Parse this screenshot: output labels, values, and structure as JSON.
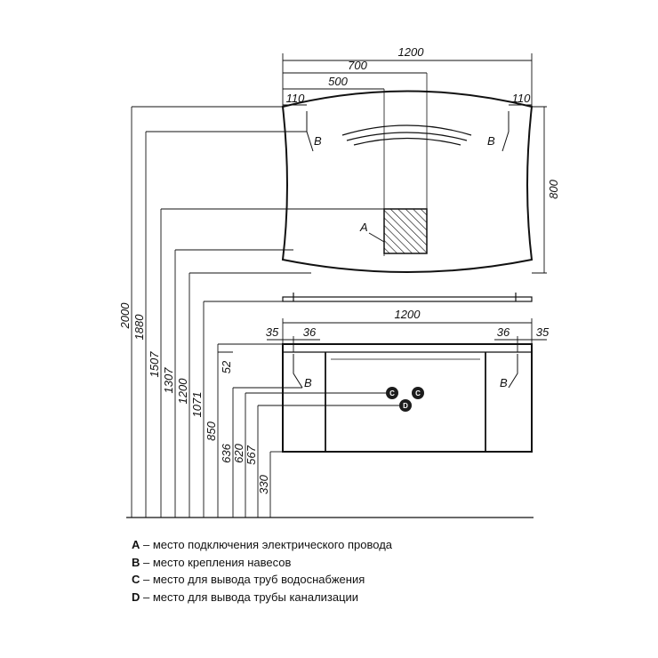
{
  "mirror": {
    "width_total": "1200",
    "width_700": "700",
    "width_500": "500",
    "offset_left": "110",
    "offset_right": "110",
    "height": "800",
    "marker_a": "A",
    "marker_b_left": "B",
    "marker_b_right": "B"
  },
  "cabinet": {
    "width_total": "1200",
    "edge_left": "35",
    "inner_left": "36",
    "inner_right": "36",
    "edge_right": "35",
    "marker_b_left": "B",
    "marker_b_right": "B",
    "marker_c_left": "C",
    "marker_c_right": "C",
    "marker_d": "D"
  },
  "heights": [
    "2000",
    "1880",
    "1507",
    "1307",
    "1200",
    "1071",
    "850",
    "636",
    "620",
    "567",
    "330"
  ],
  "dim_52": "52",
  "legend": [
    {
      "key": "A",
      "text": " – место подключения электрического провода"
    },
    {
      "key": "B",
      "text": " – место крепления навесов"
    },
    {
      "key": "C",
      "text": " – место для вывода труб водоснабжения"
    },
    {
      "key": "D",
      "text": " – место для вывода трубы канализации"
    }
  ]
}
